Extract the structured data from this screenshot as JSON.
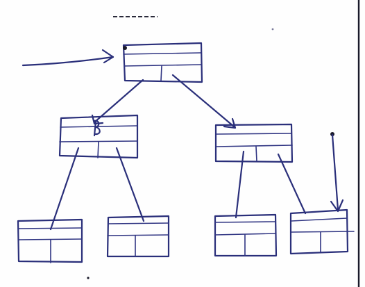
{
  "drawing": {
    "ink_color": "#2a2f7a",
    "paper_color": "#fefefe",
    "border_color": "#1a1a2a",
    "nodes": [
      {
        "id": "root",
        "type": "tree-node"
      },
      {
        "id": "left-child",
        "type": "tree-node"
      },
      {
        "id": "right-child",
        "type": "tree-node"
      },
      {
        "id": "leaf-1",
        "type": "tree-node"
      },
      {
        "id": "leaf-2",
        "type": "tree-node"
      },
      {
        "id": "leaf-3",
        "type": "tree-node"
      },
      {
        "id": "leaf-4",
        "type": "tree-node"
      }
    ],
    "arrows": [
      {
        "id": "entry-pointer-arrow",
        "type": "incoming-pointer"
      },
      {
        "id": "root-to-left-arrow",
        "type": "edge"
      },
      {
        "id": "root-to-right-arrow",
        "type": "edge"
      },
      {
        "id": "vertical-pointer-arrow",
        "type": "incoming-pointer"
      }
    ]
  }
}
